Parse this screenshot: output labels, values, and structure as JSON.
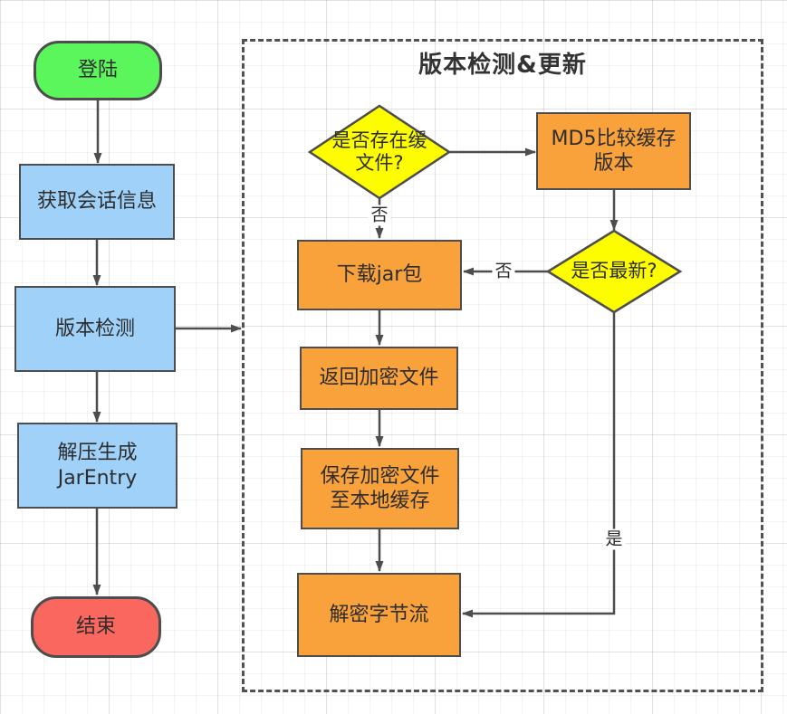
{
  "colors": {
    "green": "#5BF55C",
    "blue": "#9FD1F9",
    "orange": "#F9A23C",
    "yellow": "#FDFD00",
    "red": "#FA675F",
    "stroke": "#4D4D4D"
  },
  "left_flow": {
    "start": "登陆",
    "get_session": "获取会话信息",
    "version_check": "版本检测",
    "unzip": "解压生成\nJarEntry",
    "end": "结束"
  },
  "container": {
    "title": "版本检测&更新",
    "cache_diamond": "是否存在缓\n文件?",
    "md5_compare": "MD5比较缓存\n版本",
    "download": "下载jar包",
    "latest_diamond": "是否最新?",
    "return_file": "返回加密文件",
    "save_file": "保存加密文件\n至本地缓存",
    "decrypt": "解密字节流"
  },
  "edge_labels": {
    "no_cache": "否",
    "not_latest": "否",
    "is_latest": "是"
  }
}
